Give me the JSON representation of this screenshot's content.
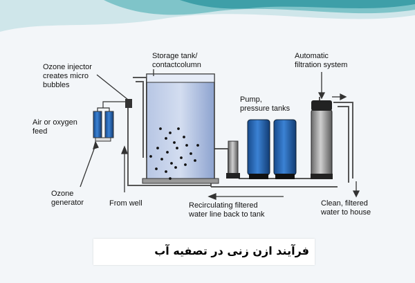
{
  "title": "فرآیند ازن زنی در تصفیه آب",
  "labels": {
    "storage_tank": [
      "Storage tank/",
      "contactcolumn"
    ],
    "automatic_filtration": [
      "Automatic",
      "filtration system"
    ],
    "ozone_injector": [
      "Ozone injector",
      "creates micro",
      "bubbles"
    ],
    "pump": [
      "Pump,",
      "pressure tanks"
    ],
    "air_feed": [
      "Air or oxygen",
      "feed"
    ],
    "ozone_generator": [
      "Ozone",
      "generator"
    ],
    "from_well": [
      "From well"
    ],
    "recirculating": [
      "Recirculating filtered",
      "water line back to tank"
    ],
    "clean_water": [
      "Clean, filtered",
      "water to house"
    ]
  },
  "colors": {
    "tank_fill": "#9fb3d9",
    "pump_blue": "#1f5fb0",
    "pipe": "#555555",
    "background": "#f3f6f9",
    "wave_teal": "#7fc4c9"
  }
}
